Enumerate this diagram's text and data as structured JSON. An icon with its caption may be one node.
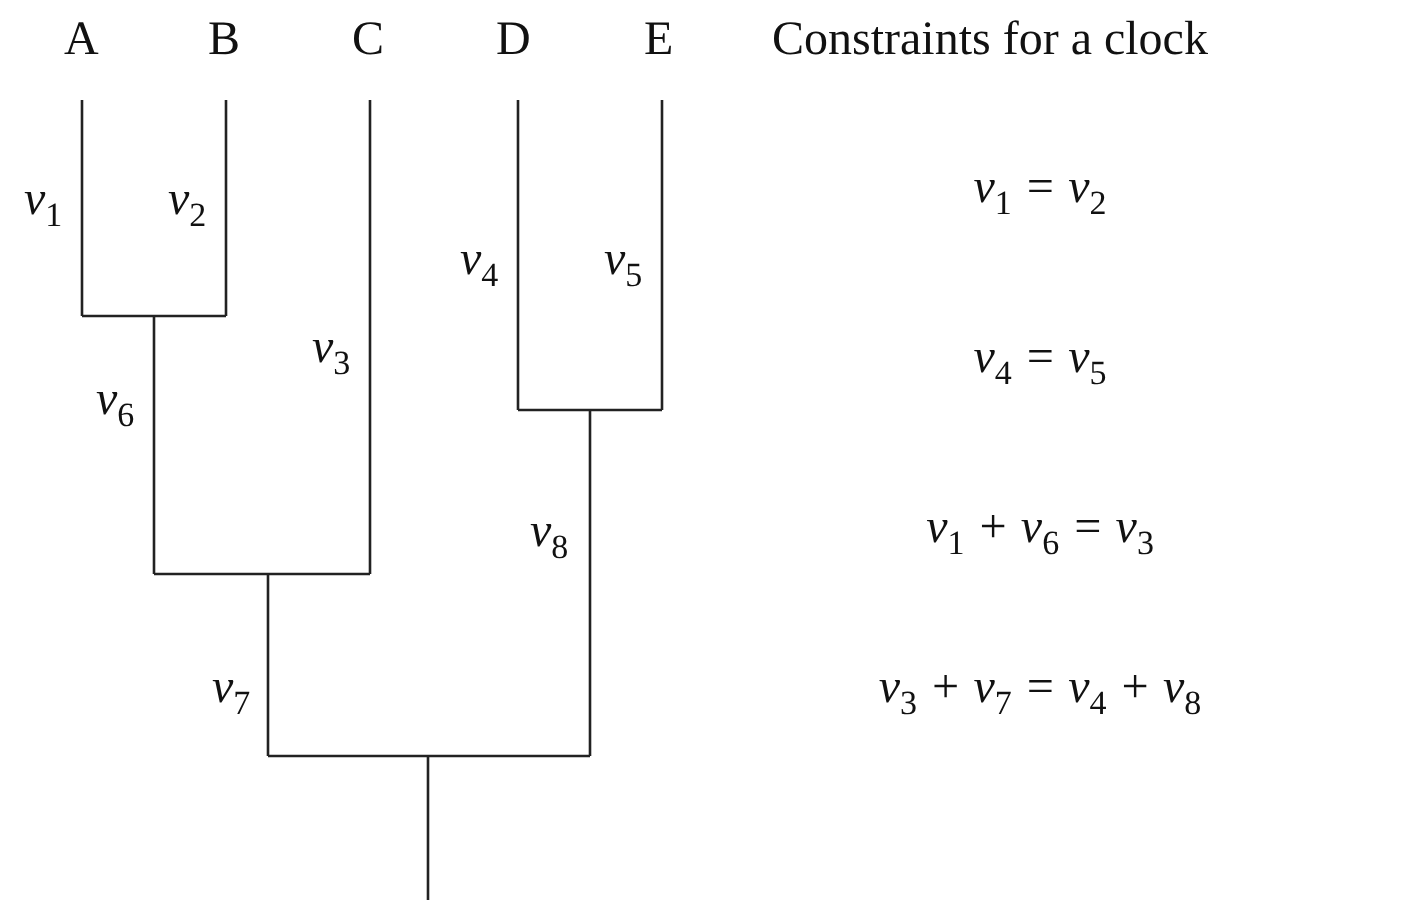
{
  "diagram": {
    "title": "Constraints for a clock",
    "labels": [
      "A",
      "B",
      "C",
      "D",
      "E",
      "v$_{1}$",
      "v$_{2}$",
      "v$_{4}$",
      "v$_{5}$",
      "v$_{3}$",
      "v$_{6}$",
      "v$_{8}$",
      "v$_{7}$",
      "v$_{1}$ = v$_{2}$",
      "v$_{4}$ = v$_{5}$",
      "v$_{1}$ + v$_{6}$ = v$_{3}$",
      "v$_{3}$ + v$_{7}$ = v$_{4}$ + v$_{8}$"
    ]
  }
}
